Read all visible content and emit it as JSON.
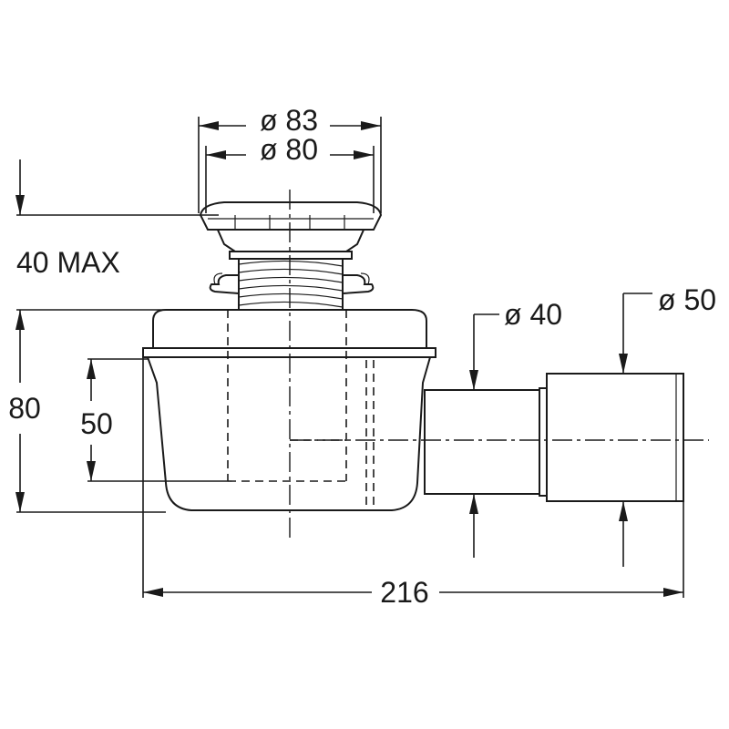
{
  "dimensions": {
    "cap_outer": "ø 83",
    "cap_inner": "ø 80",
    "adjust_height": "40 MAX",
    "body_height": "80",
    "water_seal": "50",
    "outlet_inner": "ø 40",
    "outlet_outer": "ø 50",
    "total_length": "216"
  }
}
